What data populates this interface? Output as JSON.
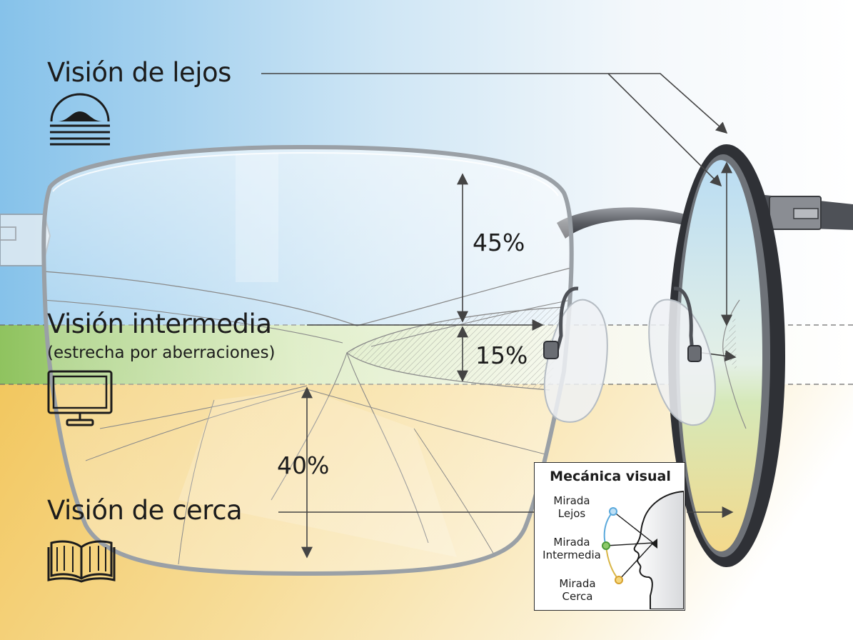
{
  "labels": {
    "far": "Visión de lejos",
    "intermediate": "Visión intermedia",
    "intermediate_note": "(estrecha por aberraciones)",
    "near": "Visión de cerca"
  },
  "zones": {
    "far_pct": "45%",
    "intermediate_pct": "15%",
    "near_pct": "40%"
  },
  "inset": {
    "title": "Mecánica visual",
    "gaze_far": [
      "Mirada",
      "Lejos"
    ],
    "gaze_intermediate": [
      "Mirada",
      "Intermedia"
    ],
    "gaze_near": [
      "Mirada",
      "Cerca"
    ]
  },
  "icons": {
    "far": "horizon-icon",
    "intermediate": "monitor-icon",
    "near": "open-book-icon"
  },
  "colors": {
    "far_zone": "#9ccdec",
    "intermediate_zone": "#8fc35f",
    "near_zone": "#f2cf74",
    "frame": "#4a4c52",
    "dot_far": "#5aa9dc",
    "dot_intermediate": "#5aae45",
    "dot_near": "#e8b33c"
  }
}
